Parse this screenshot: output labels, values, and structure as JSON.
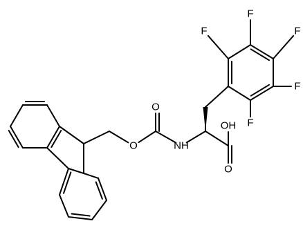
{
  "structure": {
    "atom_labels": {
      "F_top_left": "F",
      "F_top": "F",
      "F_top_right": "F",
      "F_right": "F",
      "F_bottom": "F",
      "carbamate_O_double": "O",
      "carbamate_O_ester": "O",
      "amide_NH": "NH",
      "acid_OH": "OH",
      "acid_O_double": "O"
    }
  }
}
